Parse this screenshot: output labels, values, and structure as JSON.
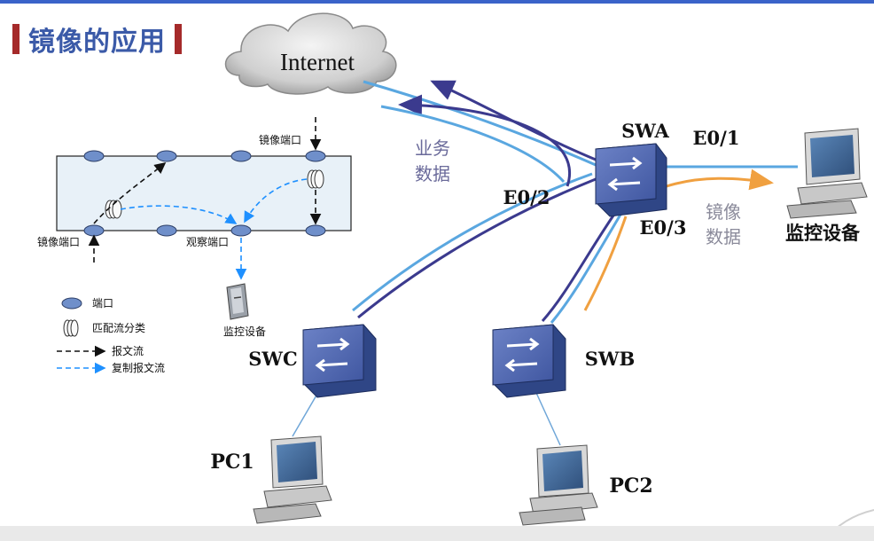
{
  "slide": {
    "title": "镜像的应用"
  },
  "colors": {
    "accent_bar": "#3a63c9",
    "title_text": "#3b5aa8",
    "title_mark": "#a52a2a",
    "link_dark": "#3b3a8e",
    "link_light": "#5aa7e0",
    "mirror_flow": "#f0a040",
    "copy_flow": "#1e90ff",
    "port_fill": "#6f8fca"
  },
  "network": {
    "cloud_label": "Internet",
    "swa_label": "SWA",
    "swb_label": "SWB",
    "swc_label": "SWC",
    "pc1_label": "PC1",
    "pc2_label": "PC2",
    "monitor_label": "监控设备",
    "port_e01": "E0/1",
    "port_e02": "E0/2",
    "port_e03": "E0/3",
    "business_data": [
      "业务",
      "数据"
    ],
    "mirror_data": [
      "镜像",
      "数据"
    ]
  },
  "inset": {
    "mirror_port_top": "镜像端口",
    "mirror_port_left": "镜像端口",
    "observe_port": "观察端口",
    "monitor_label": "监控设备"
  },
  "legend": {
    "items": [
      {
        "label": "端口"
      },
      {
        "label": "匹配流分类"
      },
      {
        "label": "报文流"
      },
      {
        "label": "复制报文流"
      }
    ]
  }
}
